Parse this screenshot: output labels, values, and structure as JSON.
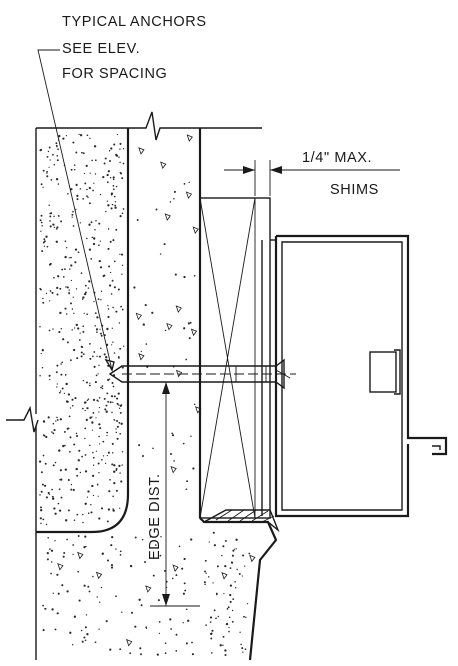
{
  "labels": {
    "anchor_line1": "TYPICAL ANCHORS",
    "anchor_line2": "SEE ELEV.",
    "anchor_line3": "FOR SPACING",
    "dim_value": "1/4\" MAX.",
    "dim_note": "SHIMS",
    "edge_dist": "EDGE DIST."
  }
}
